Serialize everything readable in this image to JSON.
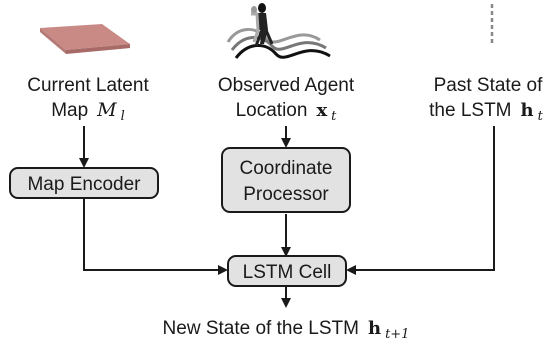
{
  "inputs": {
    "map": {
      "line1": "Current Latent",
      "line2": "Map",
      "symbol": "M",
      "subscript": "l"
    },
    "location": {
      "line1": "Observed Agent",
      "line2": "Location",
      "symbol": "x",
      "subscript": "t"
    },
    "past_state": {
      "line1": "Past State of",
      "line2": "the LSTM",
      "symbol": "h",
      "subscript": "t"
    }
  },
  "boxes": {
    "map_encoder": "Map Encoder",
    "coordinate_processor_line1": "Coordinate",
    "coordinate_processor_line2": "Processor",
    "lstm_cell": "LSTM Cell"
  },
  "output": {
    "text": "New State of the LSTM",
    "symbol": "h",
    "subscript": "t+1"
  },
  "icons": {
    "map": "map-tile-icon",
    "agent": "walking-person-icon",
    "state": "dashed-line-icon"
  },
  "colors": {
    "box_fill": "#e2e2e2",
    "map_tile": "#c98a86"
  }
}
